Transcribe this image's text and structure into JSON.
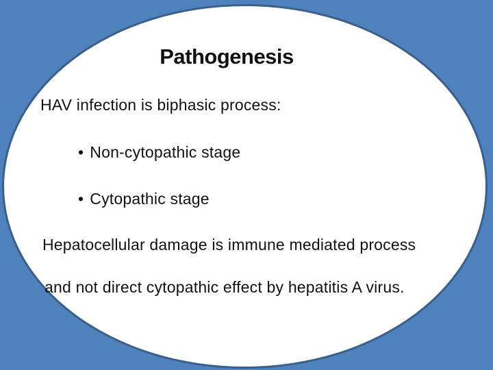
{
  "slide": {
    "title": "Pathogenesis",
    "intro": "HAV infection is biphasic process:",
    "bullet_char": "•",
    "bullets": [
      {
        "label": "Non-cytopathic stage"
      },
      {
        "label": "Cytopathic stage"
      }
    ],
    "conclusion": {
      "line1": "Hepatocellular damage is immune mediated process",
      "line2": "and not direct cytopathic effect by hepatitis A virus."
    }
  },
  "colors": {
    "background": "#4f81bd",
    "ellipse_fill": "#ffffff",
    "ellipse_border": "#3a5f8a",
    "text": "#111111"
  }
}
